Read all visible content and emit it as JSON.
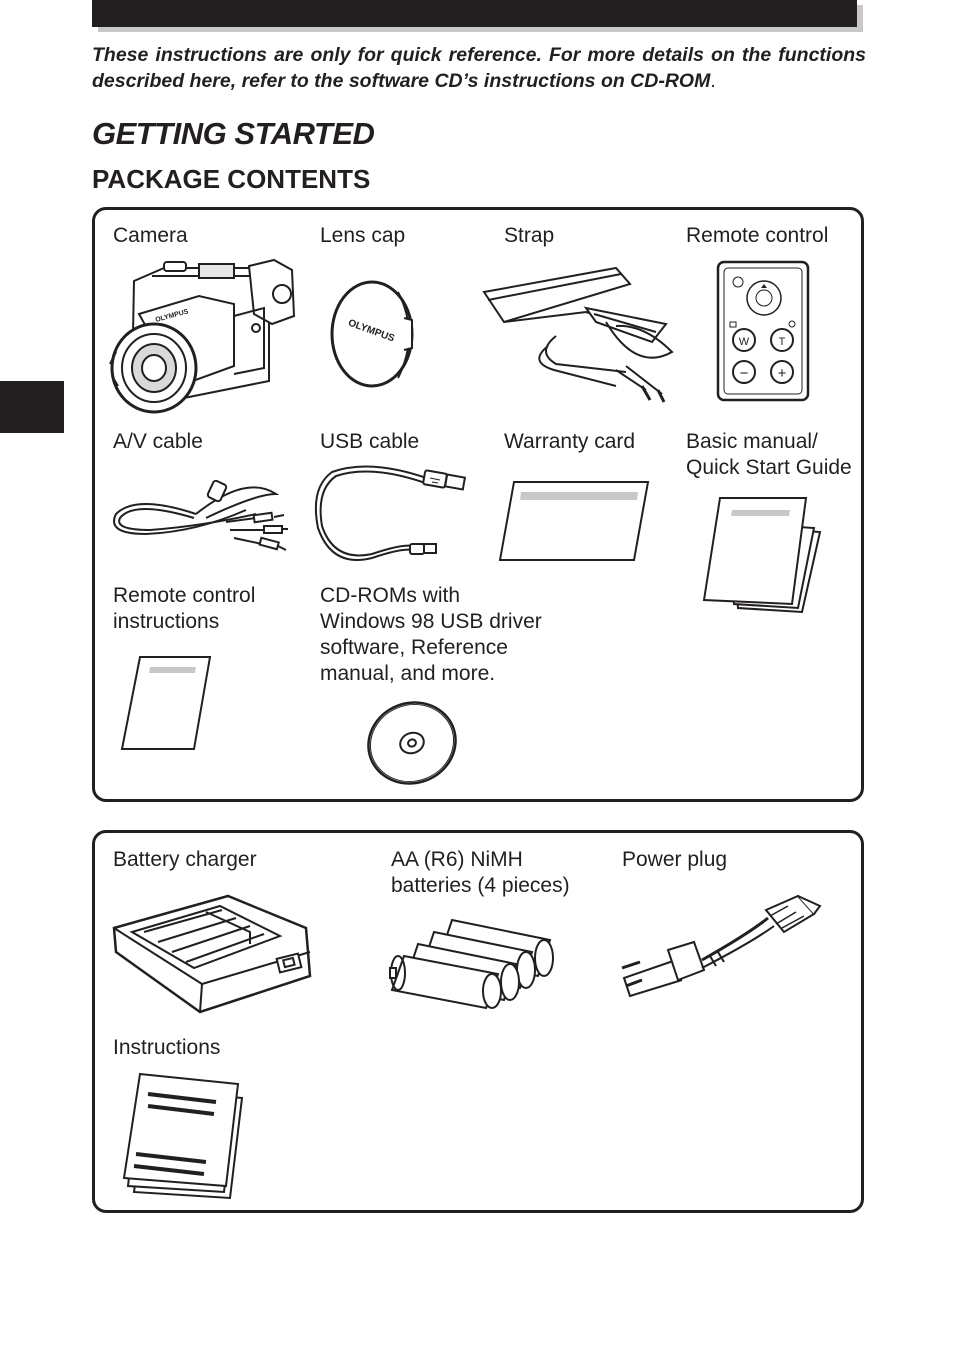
{
  "intro": {
    "text": "These instructions are only for quick reference. For more details on the functions described here, refer to the software CD’s instructions on CD-ROM",
    "end_mark": "."
  },
  "headings": {
    "title": "GETTING STARTED",
    "subtitle": "PACKAGE CONTENTS"
  },
  "box1": {
    "items": [
      {
        "label": "Camera",
        "icon": "camera-illustration"
      },
      {
        "label": "Lens cap",
        "icon": "lens-cap-illustration"
      },
      {
        "label": "Strap",
        "icon": "strap-illustration"
      },
      {
        "label": "Remote control",
        "icon": "remote-control-illustration"
      },
      {
        "label": "A/V cable",
        "icon": "av-cable-illustration"
      },
      {
        "label": "USB cable",
        "icon": "usb-cable-illustration"
      },
      {
        "label": "Warranty card",
        "icon": "warranty-card-illustration"
      },
      {
        "label": "Basic manual/\nQuick Start Guide",
        "icon": "basic-manual-illustration"
      },
      {
        "label": "Remote control\ninstructions",
        "icon": "remote-instructions-illustration"
      },
      {
        "label": "CD-ROMs with\nWindows 98 USB driver\nsoftware, Reference\nmanual, and more.",
        "icon": "cd-rom-illustration"
      }
    ],
    "camera_brand": "OLYMPUS",
    "lens_cap_brand": "OLYMPUS",
    "remote_buttons": {
      "wide": "W",
      "tele": "T",
      "minus": "−",
      "plus": "+"
    }
  },
  "box2": {
    "items": [
      {
        "label": "Battery charger",
        "icon": "battery-charger-illustration"
      },
      {
        "label": "AA (R6) NiMH\nbatteries (4 pieces)",
        "icon": "batteries-illustration"
      },
      {
        "label": "Power plug",
        "icon": "power-plug-illustration"
      },
      {
        "label": "Instructions",
        "icon": "instructions-booklet-illustration"
      }
    ]
  }
}
